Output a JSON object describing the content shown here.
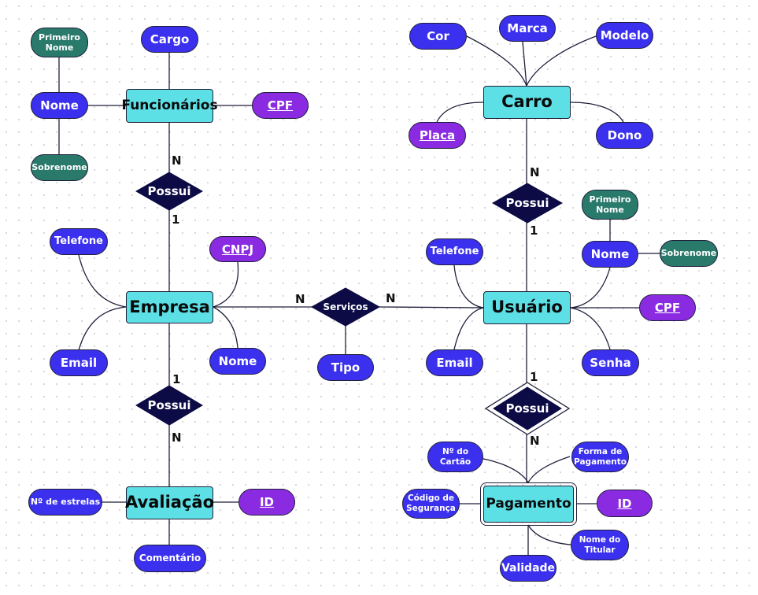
{
  "colors": {
    "attribute": "#3b30ee",
    "composite_attribute": "#2a7a6c",
    "key_attribute": "#8a2be2",
    "entity": "#5ce0e6",
    "relationship": "#0d0b45",
    "line": "#1f1f3a"
  },
  "entities": {
    "funcionarios": "Funcionários",
    "empresa": "Empresa",
    "avaliacao": "Avaliação",
    "carro": "Carro",
    "usuario": "Usuário",
    "pagamento": "Pagamento"
  },
  "relationships": {
    "possui_func": "Possui",
    "possui_aval": "Possui",
    "servicos": "Serviços",
    "possui_carro": "Possui",
    "possui_pag": "Possui"
  },
  "attributes": {
    "func_primeiro_nome": "Primeiro Nome",
    "func_cargo": "Cargo",
    "func_nome": "Nome",
    "func_cpf": "CPF",
    "func_sobrenome": "Sobrenome",
    "emp_telefone": "Telefone",
    "emp_cnpj": "CNPJ",
    "emp_email": "Email",
    "emp_nome": "Nome",
    "serv_tipo": "Tipo",
    "aval_estrelas": "Nº de estrelas",
    "aval_id": "ID",
    "aval_comentario": "Comentário",
    "carro_cor": "Cor",
    "carro_marca": "Marca",
    "carro_modelo": "Modelo",
    "carro_placa": "Placa",
    "carro_dono": "Dono",
    "usr_primeiro_nome": "Primeiro Nome",
    "usr_telefone": "Telefone",
    "usr_nome": "Nome",
    "usr_sobrenome": "Sobrenome",
    "usr_cpf": "CPF",
    "usr_email": "Email",
    "usr_senha": "Senha",
    "pag_num_cartao": "Nº do Cartão",
    "pag_forma": "Forma de Pagamento",
    "pag_codigo": "Código de Segurança",
    "pag_id": "ID",
    "pag_nome_titular": "Nome do Titular",
    "pag_validade": "Validade"
  },
  "cardinalities": {
    "func_possui": "N",
    "possui_empresa_top": "1",
    "empresa_possui_bottom": "1",
    "possui_avaliacao": "N",
    "empresa_servicos": "N",
    "servicos_usuario": "N",
    "carro_possui": "N",
    "possui_usuario_top": "1",
    "usuario_possui_bottom": "1",
    "possui_pagamento": "N"
  }
}
